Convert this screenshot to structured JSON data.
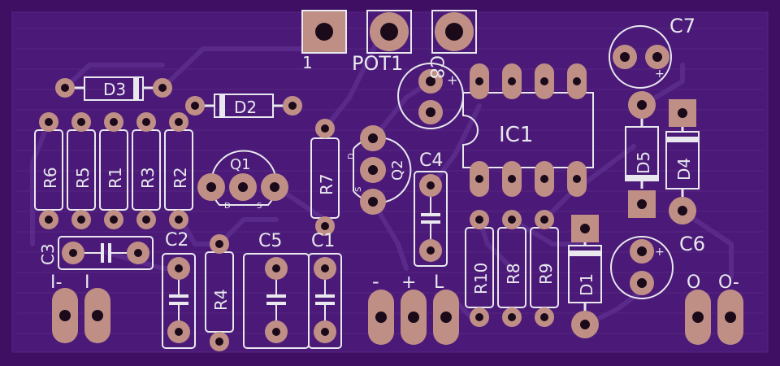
{
  "colors": {
    "background": "#3f0f63",
    "board": "#4b1a78",
    "trace": "#5a2a8a",
    "pad": "#bf8f86",
    "hole": "#1a0a1a",
    "silk": "#e8e8ee"
  },
  "labels": {
    "pot1": "POT1",
    "pot1_pin": "1",
    "c8": "C8",
    "c7": "C7",
    "d3": "D3",
    "d2": "D2",
    "ic1": "IC1",
    "c4": "C4",
    "q1": "Q1",
    "q2": "Q2",
    "r6": "R6",
    "r5": "R5",
    "r1": "R1",
    "r3": "R3",
    "r2": "R2",
    "r7": "R7",
    "d5": "D5",
    "d4": "D4",
    "c3": "C3",
    "c2": "C2",
    "c5": "C5",
    "c1": "C1",
    "r4": "R4",
    "r10": "R10",
    "r8": "R8",
    "r9": "R9",
    "d1": "D1",
    "c6": "C6",
    "in_minus": "I-",
    "in": "I",
    "pwr_minus": "-",
    "pwr_plus": "+",
    "led": "L",
    "out": "O",
    "out_minus": "O-",
    "pol_plus": "+",
    "q_d": "D",
    "q_s": "S"
  }
}
